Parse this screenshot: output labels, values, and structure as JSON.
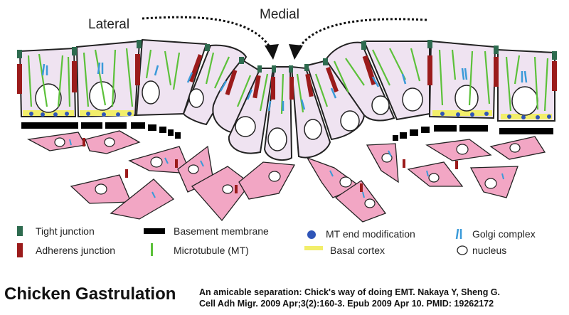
{
  "labels": {
    "lateral": "Lateral",
    "medial": "Medial"
  },
  "legend": [
    {
      "icon": "tight-junction-swatch",
      "text": "Tight junction",
      "color": "#2e6b4f"
    },
    {
      "icon": "adherens-junction-swatch",
      "text": "Adherens junction",
      "color": "#9b1b1b"
    },
    {
      "icon": "basement-membrane-swatch",
      "text": "Basement membrane",
      "color": "#000000"
    },
    {
      "icon": "microtubule-swatch",
      "text": "Microtubule (MT)",
      "color": "#5cc13a"
    },
    {
      "icon": "mt-end-modification-dot",
      "text": "MT end modification",
      "color": "#2f55b8"
    },
    {
      "icon": "basal-cortex-swatch",
      "text": "Basal cortex",
      "color": "#f2ee6a"
    },
    {
      "icon": "golgi-complex-icon",
      "text": "Golgi complex",
      "color": "#3a9ad9"
    },
    {
      "icon": "nucleus-icon",
      "text": "nucleus",
      "color": "#ffffff"
    }
  ],
  "caption": {
    "title": "Chicken Gastrulation",
    "citation_line1": "An amicable separation: Chick's way of doing EMT. Nakaya Y, Sheng G.",
    "citation_line2": "Cell Adh Migr. 2009 Apr;3(2):160-3. Epub 2009 Apr 10. PMID: 19262172"
  },
  "colors": {
    "epithelial_cell": "#efe3f1",
    "mesenchymal_cell": "#f2a6c4",
    "outline": "#222222"
  }
}
